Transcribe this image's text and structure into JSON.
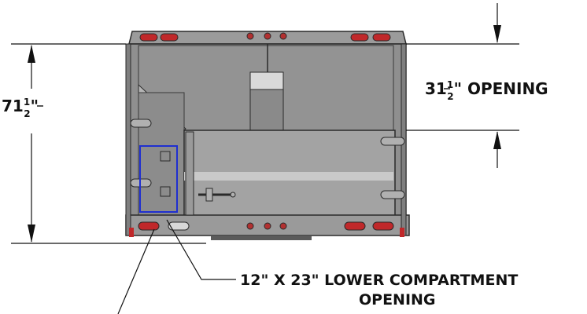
{
  "colors": {
    "body_gray": "#8f8f8f",
    "body_light": "#a9a9a9",
    "stripe": "#c9c9c9",
    "outline": "#2a2a2a",
    "light_red": "#c0282a",
    "compartment_outline": "#1f2fd0",
    "dimension_line": "#111111"
  },
  "dimensions": {
    "height_whole": "71",
    "height_frac_num": "1",
    "height_frac_den": "2",
    "height_unit": "\"",
    "opening_whole": "31",
    "opening_frac_num": "1",
    "opening_frac_den": "2",
    "opening_suffix": "\" OPENING"
  },
  "callout": {
    "line1": "12\" X 23\" LOWER COMPARTMENT",
    "line2": "OPENING"
  },
  "icons": [
    "tail-light-icon",
    "marker-light-icon",
    "hinge-icon",
    "latch-handle-icon"
  ]
}
